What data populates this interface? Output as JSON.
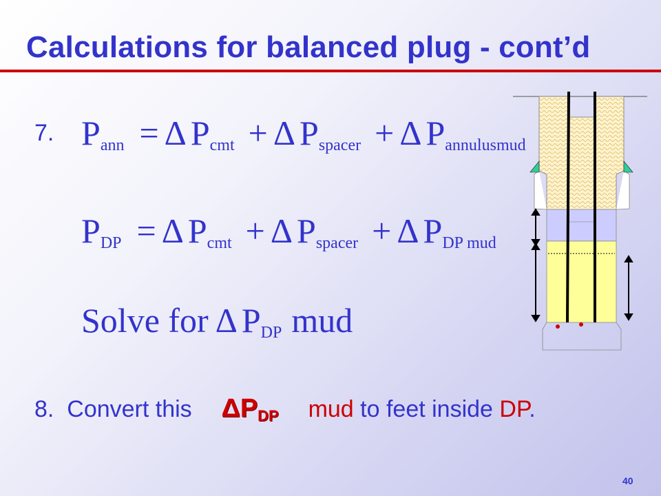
{
  "slide": {
    "title": "Calculations for balanced plug - cont’d",
    "page_number": "40"
  },
  "step7": {
    "number": "7.",
    "eq1": {
      "lhs": "P",
      "lhs_sub": "ann",
      "eq": "=",
      "delta": "Δ",
      "terms": [
        {
          "op": "",
          "sym": "P",
          "sub": "cmt"
        },
        {
          "op": "+",
          "sym": "P",
          "sub": "spacer"
        },
        {
          "op": "+",
          "sym": "P",
          "sub": "annulusmud"
        }
      ]
    },
    "eq2": {
      "lhs": "P",
      "lhs_sub": "DP",
      "eq": "=",
      "delta": "Δ",
      "terms": [
        {
          "op": "",
          "sym": "P",
          "sub": "cmt"
        },
        {
          "op": "+",
          "sym": "P",
          "sub": "spacer"
        },
        {
          "op": "+",
          "sym": "P",
          "sub": "DP mud"
        }
      ]
    },
    "solve": {
      "prefix": "Solve for",
      "delta": "Δ",
      "sym": "P",
      "sub": "DP",
      "suffix": "mud"
    }
  },
  "step8": {
    "number": "8.",
    "text_before": "Convert this",
    "symbol_delta": "Δ",
    "symbol": "P",
    "symbol_sub": "DP",
    "mud_word": "mud",
    "text_middle": "to feet inside",
    "dp_word": "DP",
    "period": "."
  },
  "colors": {
    "text_blue": "#3333cc",
    "accent_red": "#cc0000",
    "cement_yellow": "#ffff99",
    "spacer_lavender": "#ccccff",
    "mud_tan": "#fff0c8",
    "centralizer_teal": "#33cc99"
  }
}
